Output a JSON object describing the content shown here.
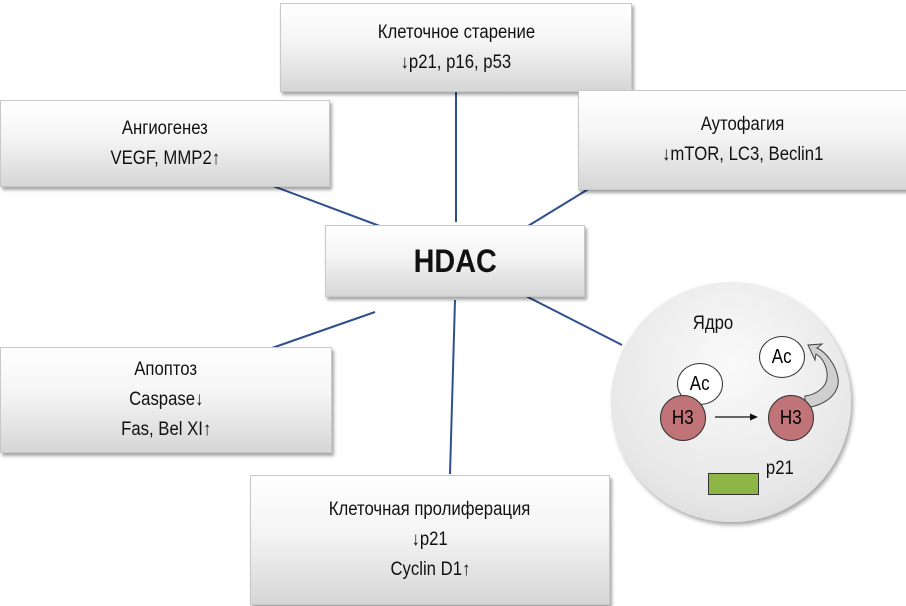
{
  "senescence": {
    "title": "Клеточное старение",
    "line": "↓p21, p16, p53"
  },
  "angiogenesis": {
    "title": "Ангиогенез",
    "line": "VEGF, MMP2↑"
  },
  "autophagy": {
    "title": "Аутофагия",
    "line": "↓mTOR, LC3, Beclin1"
  },
  "hdac": {
    "label": "HDAC"
  },
  "apoptosis": {
    "title": "Апоптоз",
    "line1": "Caspase↓",
    "line2": "Fas, Bel XI↑"
  },
  "proliferation": {
    "title": "Клеточная пролиферация",
    "line1": "↓p21",
    "line2": "Cyclin D1↑"
  },
  "nucleus": {
    "title": "Ядро",
    "ac_left": "Ac",
    "ac_right": "Ac",
    "h3_left": "H3",
    "h3_right": "H3",
    "gene": "p21",
    "colors": {
      "histone": "#c07478",
      "gene": "#8db646",
      "connector": "#2f4f8f"
    }
  }
}
